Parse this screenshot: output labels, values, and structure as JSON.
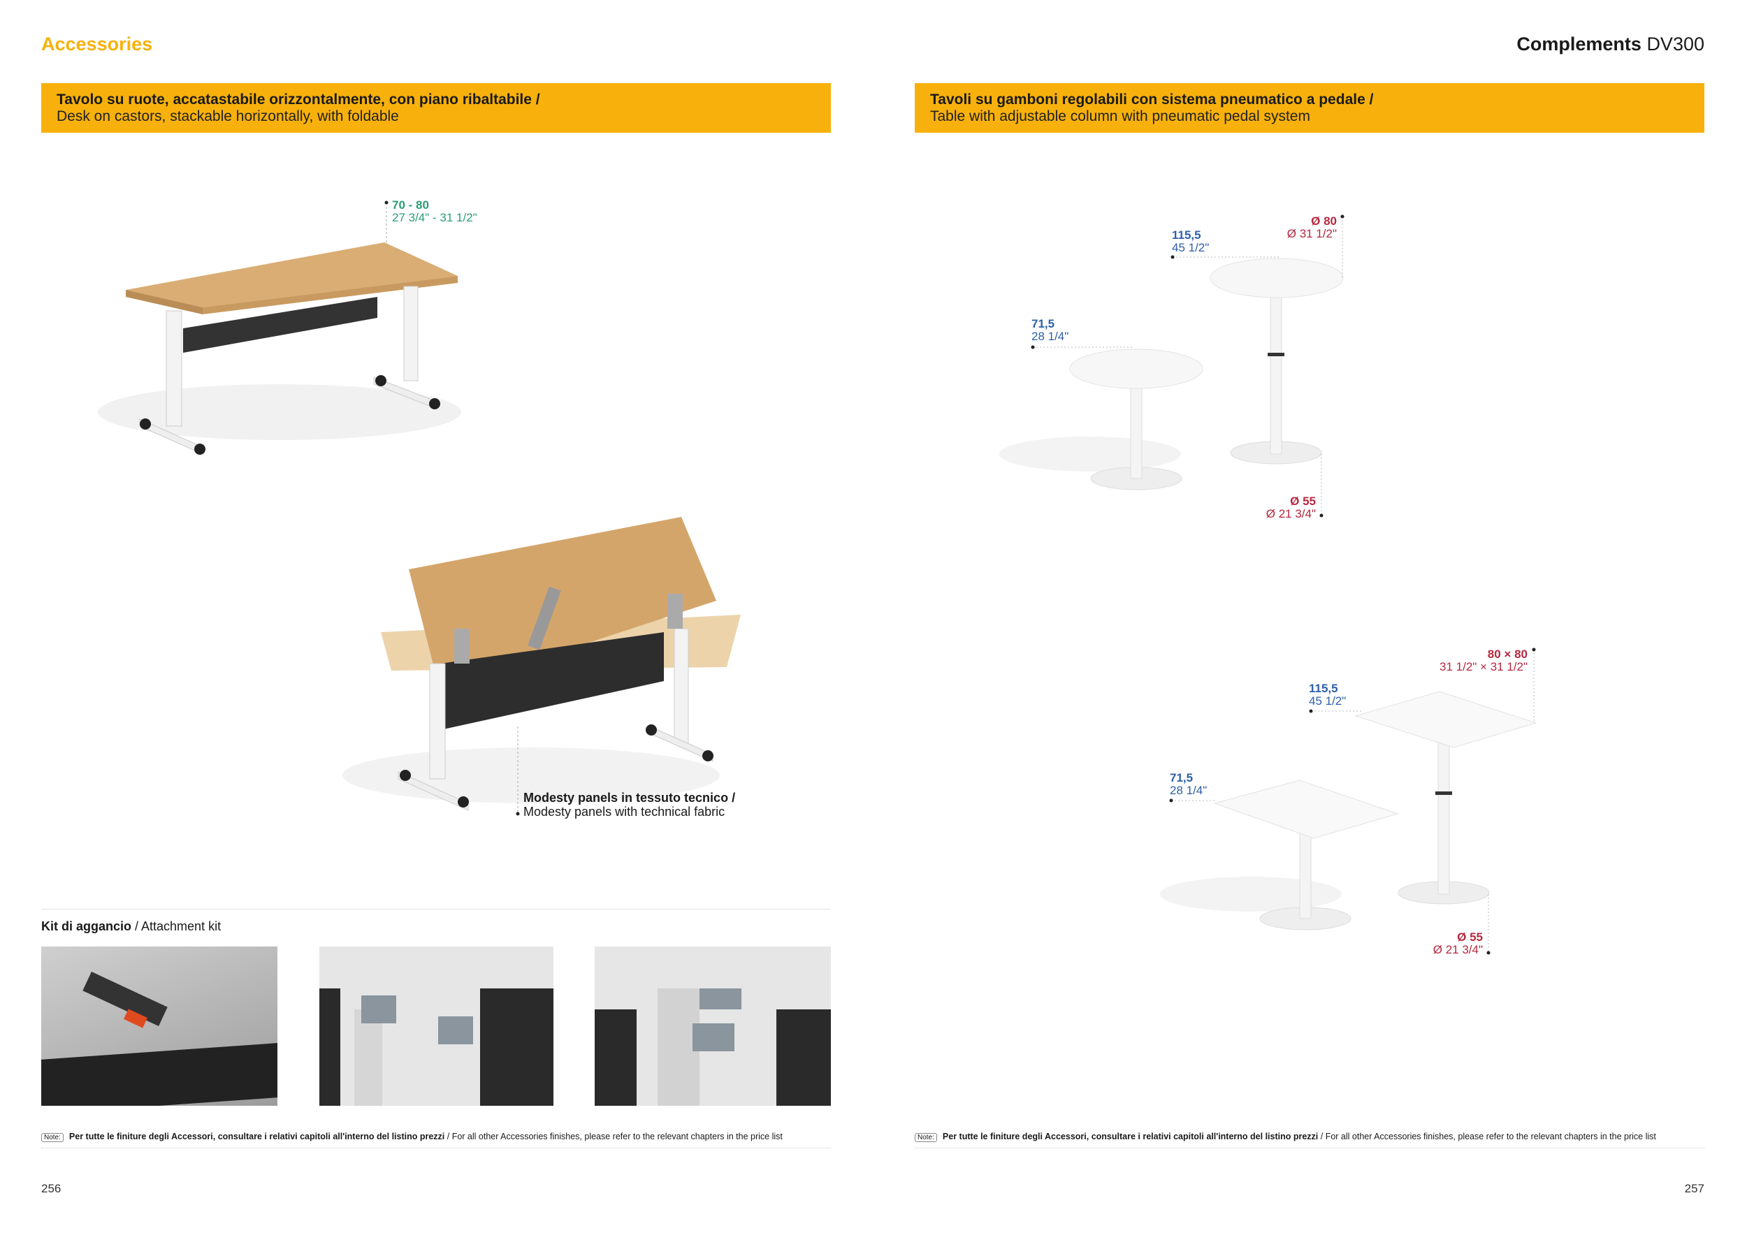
{
  "header": {
    "section": "Accessories",
    "brand_bold": "Complements",
    "brand_model": "DV300"
  },
  "left": {
    "banner_it": "Tavolo su ruote, accatastabile orizzontalmente, con piano ribaltabile /",
    "banner_en": "Desk on castors, stackable horizontally, with foldable",
    "height_cm": "70 - 80",
    "height_in": "27 3/4\" -  31 1/2\"",
    "modesty_it": "Modesty panels in tessuto tecnico /",
    "modesty_en": "Modesty panels with technical fabric",
    "kit_bold": "Kit di aggancio",
    "kit_rest": " / Attachment kit",
    "note_tag": "Note:",
    "note_it": "Per tutte le finiture degli Accessori, consultare i relativi capitoli all'interno del listino prezzi",
    "note_en": " / For all other Accessories finishes, please refer to the relevant chapters in the price list",
    "page": "256"
  },
  "right": {
    "banner_it": "Tavoli su gamboni regolabili con sistema pneumatico a pedale /",
    "banner_en": "Table with adjustable column with pneumatic pedal system",
    "round": {
      "tall_cm": "115,5",
      "tall_in": "45 1/2\"",
      "low_cm": "71,5",
      "low_in": "28 1/4\"",
      "top_cm": "Ø 80",
      "top_in": "Ø 31 1/2\"",
      "base_cm": "Ø 55",
      "base_in": "Ø 21 3/4\""
    },
    "square": {
      "tall_cm": "115,5",
      "tall_in": "45 1/2\"",
      "low_cm": "71,5",
      "low_in": "28 1/4\"",
      "top_cm": "80 × 80",
      "top_in": "31 1/2\" × 31 1/2\"",
      "base_cm": "Ø 55",
      "base_in": "Ø 21 3/4\""
    },
    "note_tag": "Note:",
    "note_it": "Per tutte le finiture degli Accessori, consultare i relativi capitoli all'interno del listino prezzi",
    "note_en": " / For all other Accessories finishes, please refer to the relevant chapters in the price list",
    "page": "257"
  },
  "colors": {
    "accent": "#f8b10c",
    "green": "#2a9d78",
    "blue": "#2d5fa8",
    "red": "#b5283f"
  }
}
